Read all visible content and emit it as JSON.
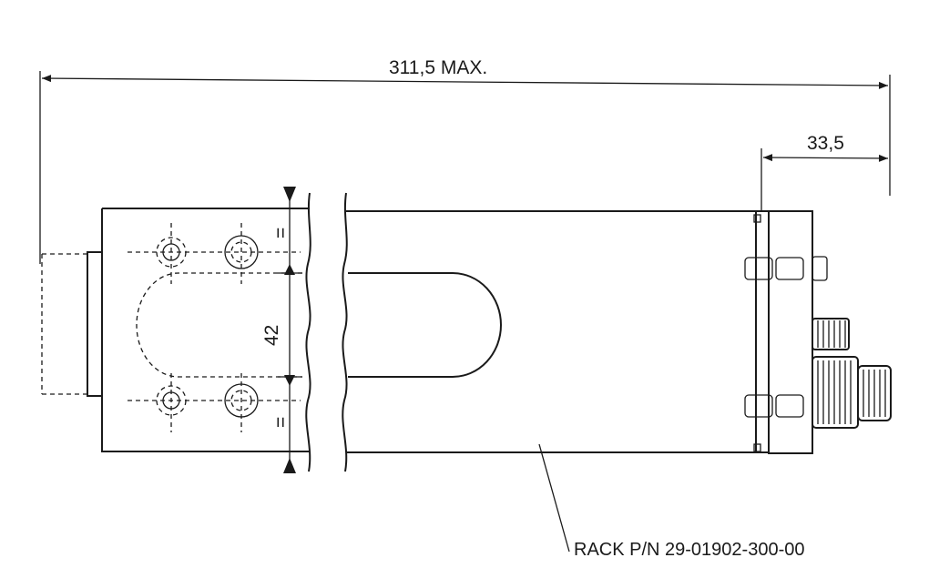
{
  "dimensions": {
    "overall_length": "311,5 MAX.",
    "connector_length": "33,5",
    "slot_spacing": "42",
    "equal_mark": "="
  },
  "labels": {
    "part_number": "RACK P/N 29-01902-300-00"
  }
}
